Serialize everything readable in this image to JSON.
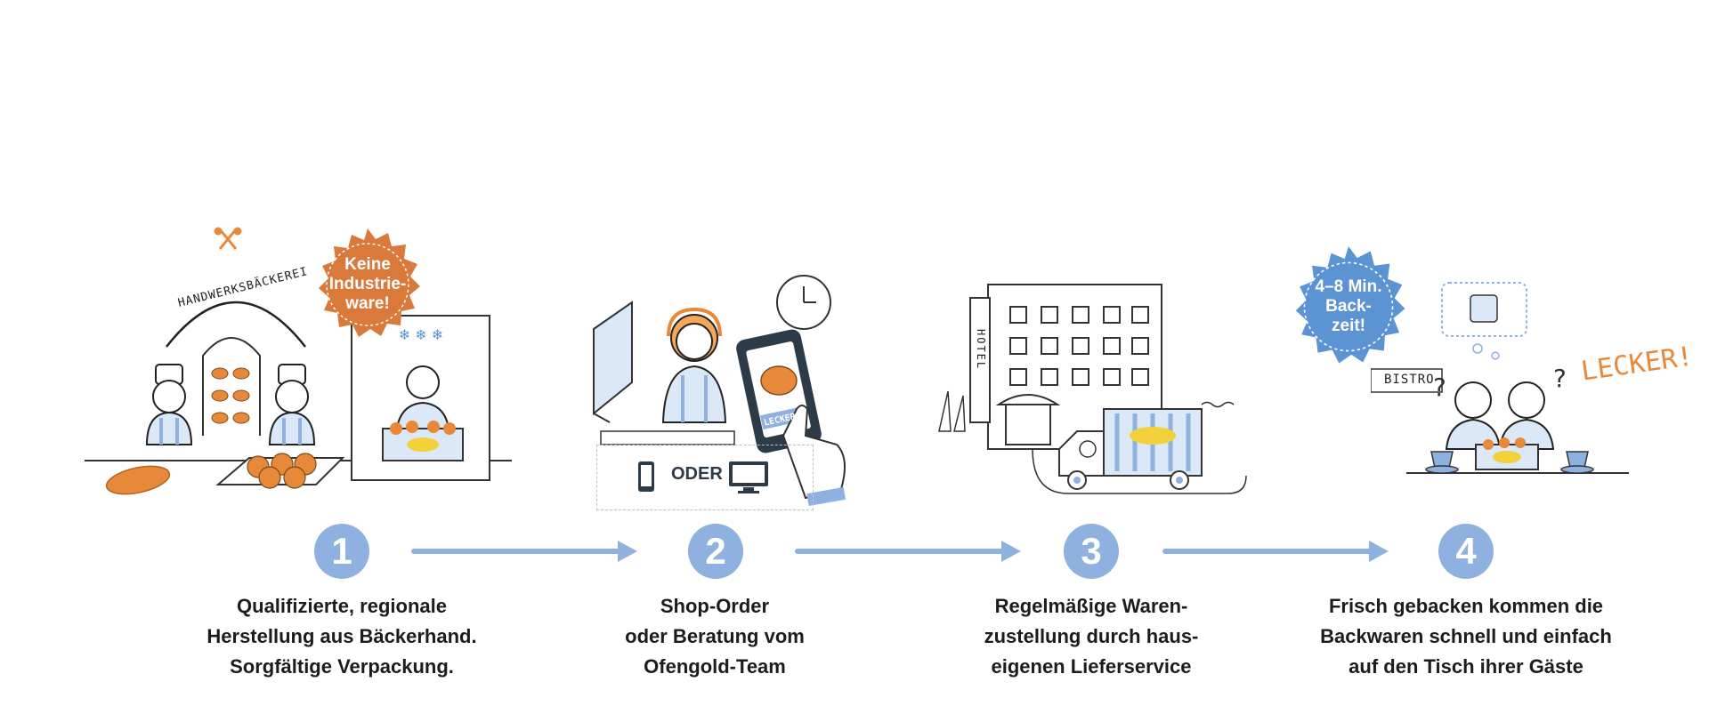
{
  "steps": [
    {
      "number": "1",
      "lines": [
        "Qualifizierte, regionale",
        "Herstellung aus Bäckerhand.",
        "Sorgfältige Verpackung."
      ]
    },
    {
      "number": "2",
      "lines": [
        "Shop-Order",
        "oder Beratung vom",
        "Ofengold-Team"
      ]
    },
    {
      "number": "3",
      "lines": [
        "Regelmäßige Waren-",
        "zustellung durch haus-",
        "eigenen Lieferservice"
      ]
    },
    {
      "number": "4",
      "lines": [
        "Frisch gebacken kommen die",
        "Backwaren schnell und einfach",
        "auf den Tisch ihrer Gäste"
      ]
    }
  ],
  "badges": {
    "industry": [
      "Keine",
      "Industrie-",
      "ware!"
    ],
    "bake_time": [
      "4–8 Min.",
      "Back-",
      "zeit!"
    ]
  },
  "labels": {
    "bakery": "HANDWERKSBÄCKEREI",
    "oder": "ODER",
    "lecker_phone": "LECKER",
    "hotel": "HOTEL",
    "bistro": "BISTRO",
    "lecker": "LECKER!",
    "brand": "Ofengold"
  },
  "colors": {
    "accent_blue": "#8fb1df",
    "badge_orange": "#d9793a",
    "badge_blue": "#5b93d3",
    "ink": "#2d3a47",
    "lecker_orange": "#e8893a"
  }
}
